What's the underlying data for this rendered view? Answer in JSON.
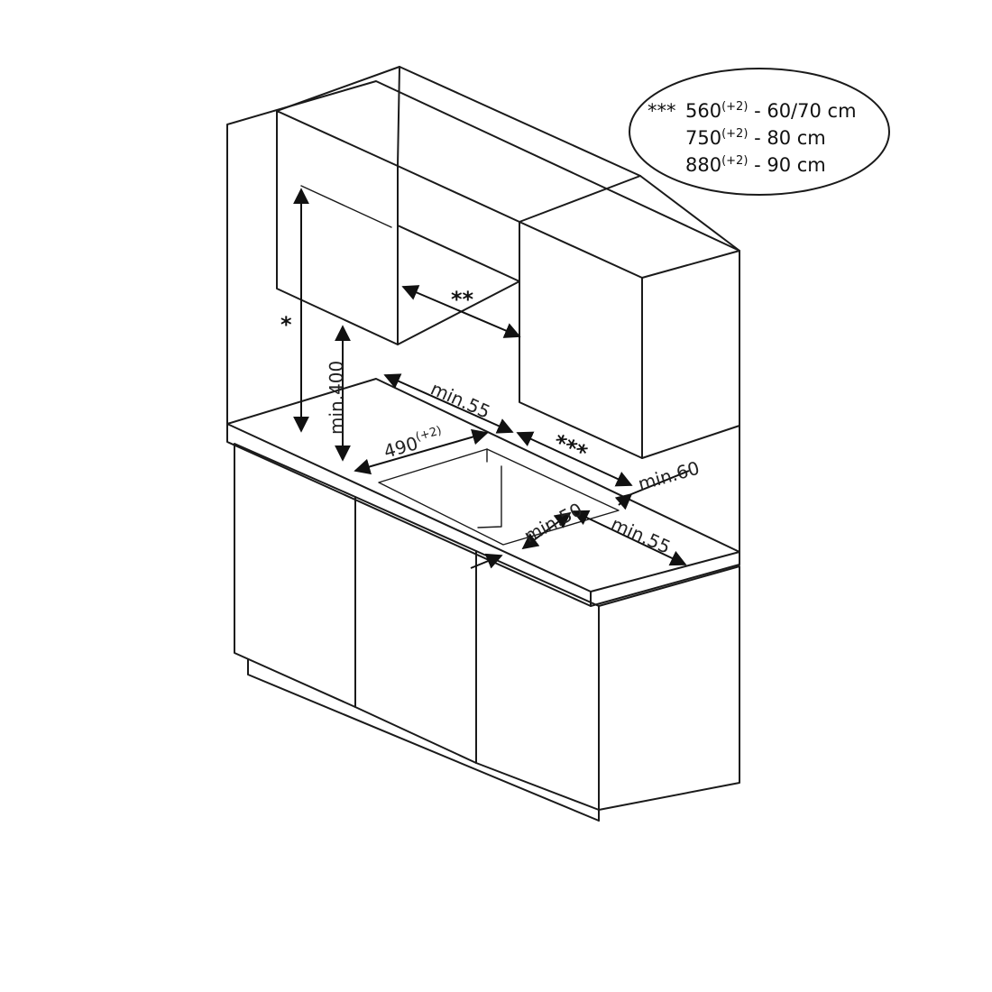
{
  "labels": {
    "star_one": "*",
    "star_two": "**",
    "star_three": "***",
    "min_400": "min.400",
    "min_55_back": "min.55",
    "cutout_width": "490",
    "cutout_width_sup": "(+2)",
    "min_60": "min.60",
    "min_50": "min.50",
    "min_55_front": "min.55"
  },
  "legend": {
    "marker": "***",
    "rows": [
      {
        "value": "560",
        "tolerance": "(+2)",
        "text": " - 60/70 cm"
      },
      {
        "value": "750",
        "tolerance": "(+2)",
        "text": " - 80 cm"
      },
      {
        "value": "880",
        "tolerance": "(+2)",
        "text": " - 90 cm"
      }
    ]
  },
  "colors": {
    "line": "#1a1a1a",
    "background": "#ffffff"
  }
}
